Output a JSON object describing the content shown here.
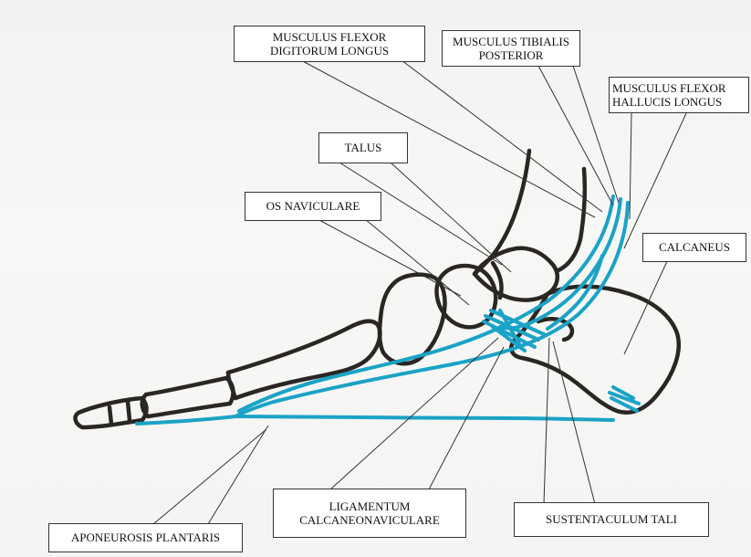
{
  "colors": {
    "bone": "#2a2624",
    "tendon": "#1aa3c6",
    "leader": "#333333",
    "label_bg": "#ffffff"
  },
  "labels": {
    "fdl": "MUSCULUS FLEXOR\nDIGITORUM LONGUS",
    "tp": "MUSCULUS TIBIALIS\nPOSTERIOR",
    "fhl": "MUSCULUS FLEXOR\nHALLUCIS LONGUS",
    "talus": "TALUS",
    "navicular": "OS NAVICULARE",
    "calcaneus": "CALCANEUS",
    "ligament": "LIGAMENTUM\nCALCANEONAVICULARE",
    "sustentaculum": "SUSTENTACULUM TALI",
    "aponeurosis": "APONEUROSIS PLANTARIS"
  }
}
